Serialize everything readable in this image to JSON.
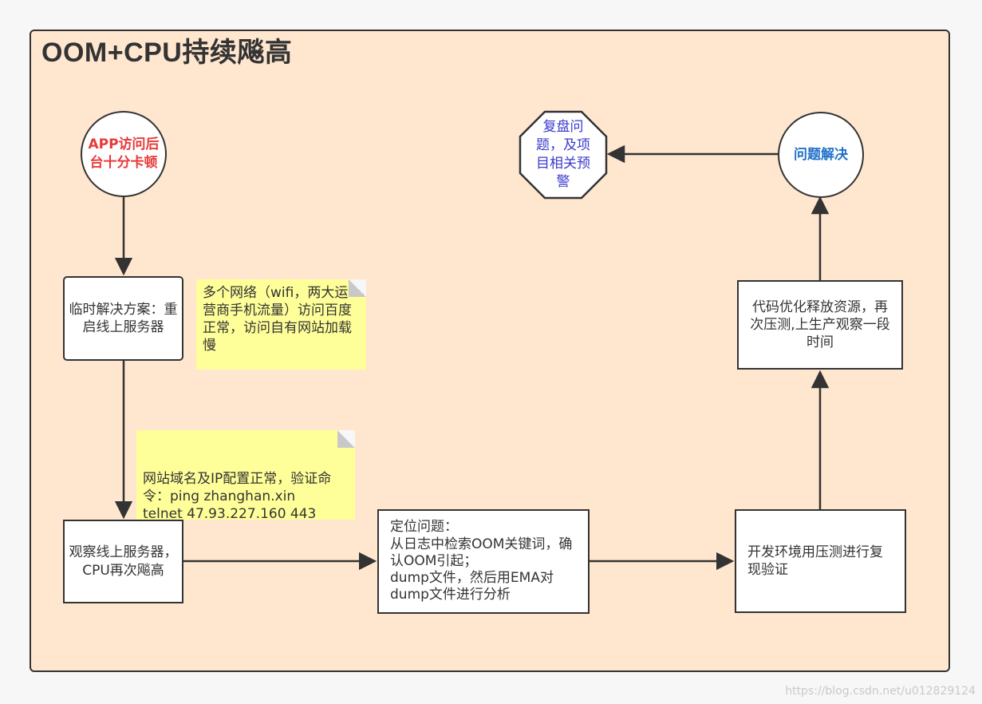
{
  "title": "OOM+CPU持续飚高",
  "colors": {
    "frame_fill": "#ffe6cf",
    "note_fill": "#ffff99",
    "start_text": "#e83a3a",
    "end_text": "#1f6fc9",
    "octagon_text": "#3a3acd"
  },
  "nodes": {
    "start": "APP访问后台十分卡顿",
    "temp_fix": "临时解决方案：重启线上服务器",
    "observe": "观察线上服务器，CPU再次飚高",
    "locate": "定位问题：\n从日志中检索OOM关键词，确认OOM引起；\ndump文件，然后用EMA对dump文件进行分析",
    "reproduce": "开发环境用压测进行复现验证",
    "optimize": "代码优化释放资源，再次压测,上生产观察一段时间",
    "resolved": "问题解决",
    "review": "复盘问题，及项目相关预警"
  },
  "notes": {
    "network": "多个网络（wifi，两大运营商手机流量）访问百度正常，访问自有网站加载慢",
    "dns": "网站域名及IP配置正常，验证命令：ping zhanghan.xin\ntelnet 47.93.227.160 443"
  },
  "watermark": "https://blog.csdn.net/u012829124"
}
